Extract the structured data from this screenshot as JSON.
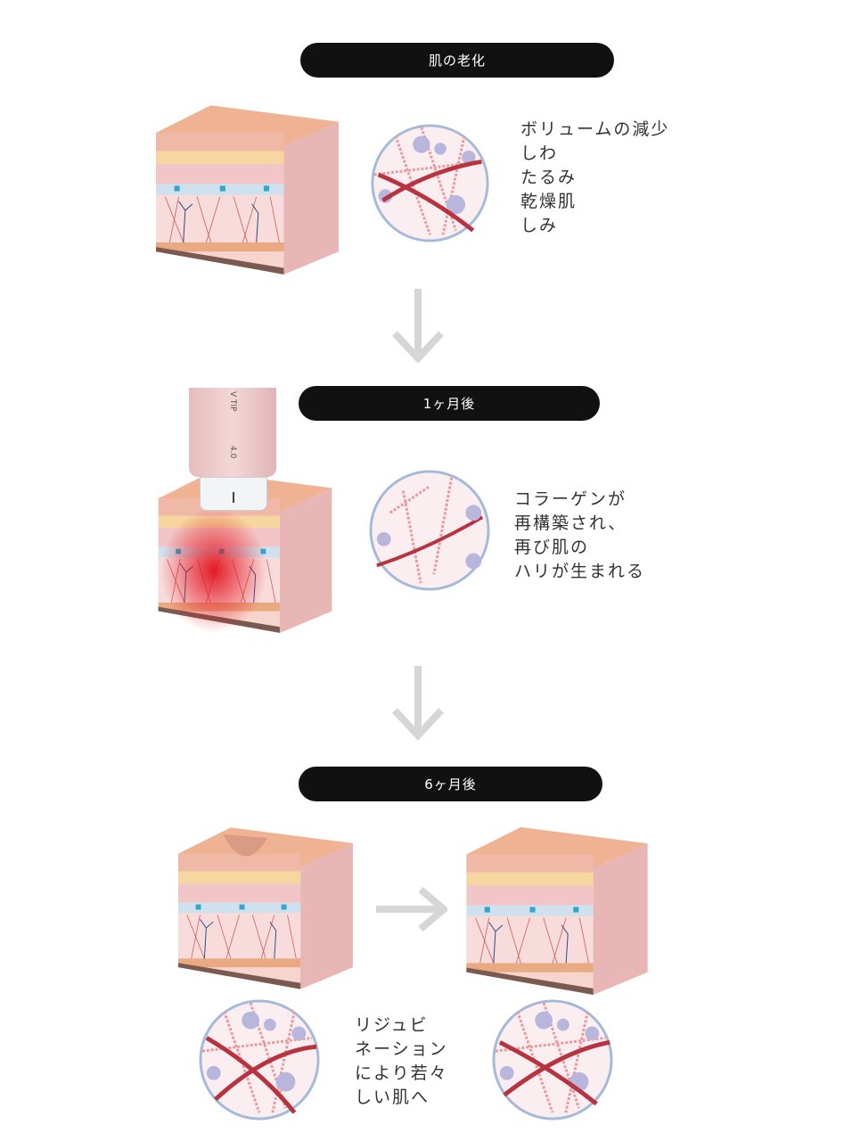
{
  "stages": [
    {
      "label": "肌の老化",
      "description": [
        "ボリュームの減少",
        "しわ",
        "たるみ",
        "乾燥肌",
        "しみ"
      ]
    },
    {
      "label": "1ヶ月後",
      "description": [
        "コラーゲンが",
        "再構築され、",
        "再び肌の",
        "ハリが生まれる"
      ]
    },
    {
      "label": "6ヶ月後",
      "description": [
        "リジュビ",
        "ネーション",
        "により若々",
        "しい肌へ"
      ]
    }
  ],
  "device": {
    "text_model": "V TIP",
    "text_depth": "4.0"
  },
  "colors": {
    "pill": "#111111",
    "arrow": "#d6d6d6",
    "skin_top": "#efb393",
    "circle_border": "#9fb7d6",
    "collagen": "#c8404b"
  }
}
